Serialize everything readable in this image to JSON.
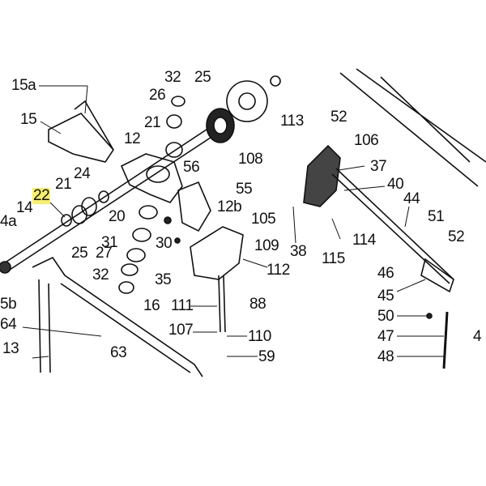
{
  "diagram": {
    "highlight_color": "#f7f06a",
    "highlighted_part": "22",
    "labels": [
      "15a",
      "32",
      "25",
      "26",
      "15",
      "21",
      "113",
      "52",
      "106",
      "12",
      "108",
      "37",
      "24",
      "56",
      "55",
      "21",
      "22",
      "40",
      "44",
      "14",
      "12b",
      "4a",
      "20",
      "105",
      "51",
      "31",
      "30",
      "109",
      "52",
      "38",
      "114",
      "25",
      "27",
      "115",
      "112",
      "46",
      "32",
      "35",
      "5b",
      "45",
      "88",
      "16",
      "111",
      "50",
      "64",
      "107",
      "110",
      "47",
      "4",
      "13",
      "63",
      "59",
      "48"
    ]
  }
}
